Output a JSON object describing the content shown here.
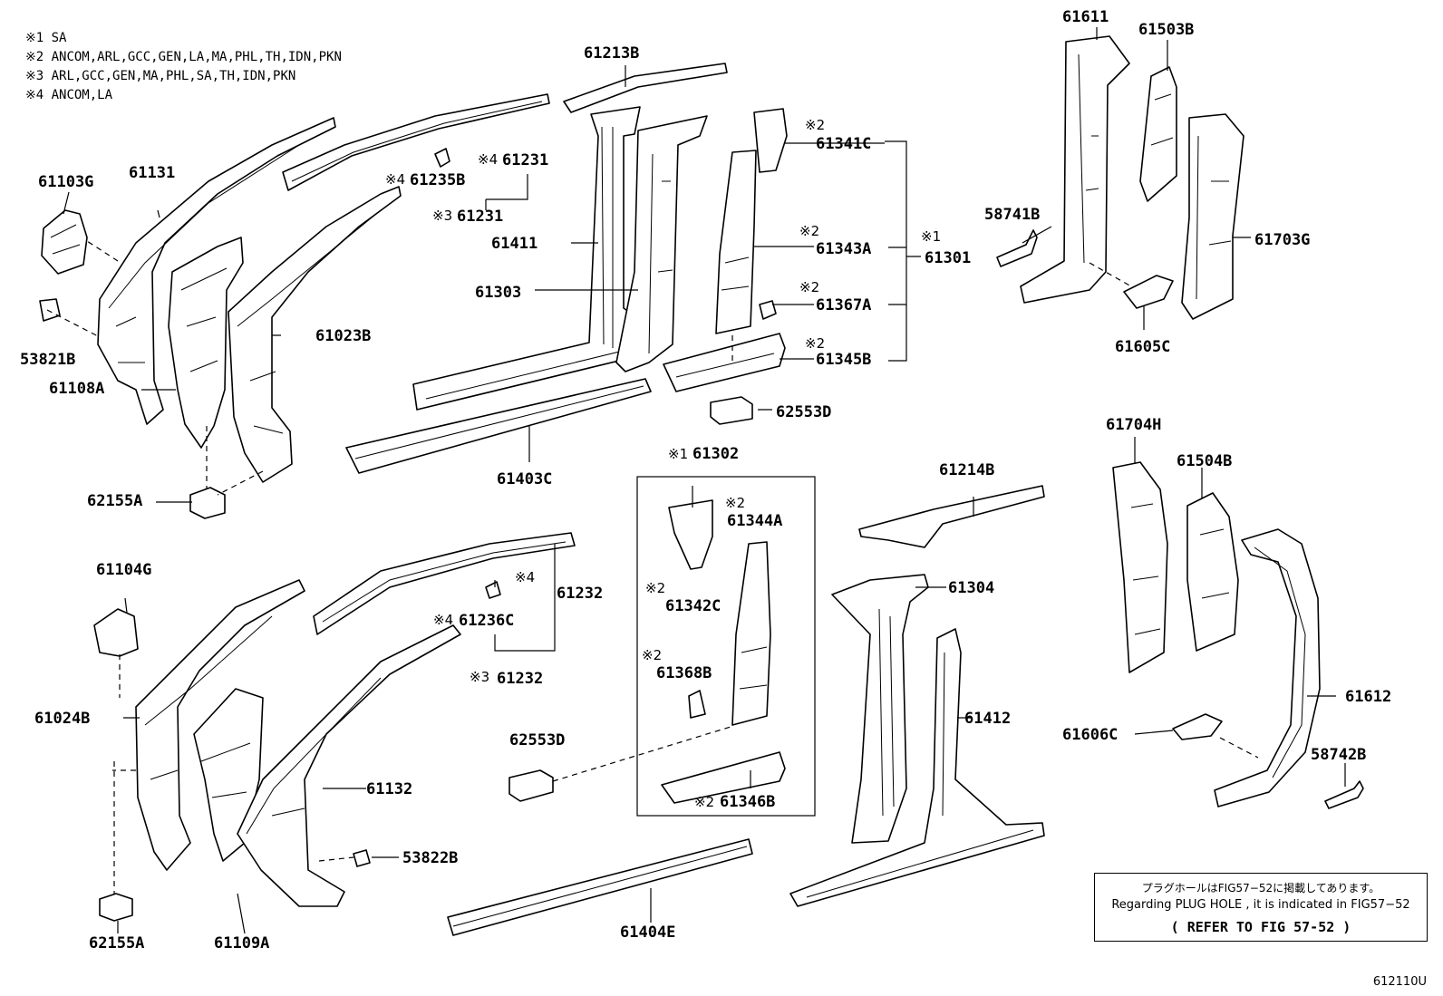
{
  "notes": [
    "※1 SA",
    "※2 ANCOM,ARL,GCC,GEN,LA,MA,PHL,TH,IDN,PKN",
    "※3 ARL,GCC,GEN,MA,PHL,SA,TH,IDN,PKN",
    "※4 ANCOM,LA"
  ],
  "parts": {
    "p61213B": "61213B",
    "p61611": "61611",
    "p61503B": "61503B",
    "p61103G": "61103G",
    "p61131": "61131",
    "p61341C": "61341C",
    "p61231a": "61231",
    "p61235B": "61235B",
    "p61231b": "61231",
    "p58741B": "58741B",
    "p61411": "61411",
    "p61343A": "61343A",
    "p61301": "61301",
    "p61703G": "61703G",
    "p61303": "61303",
    "p61367A": "61367A",
    "p53821B": "53821B",
    "p61023B": "61023B",
    "p61605C": "61605C",
    "p61345B": "61345B",
    "p61108A": "61108A",
    "p62553Da": "62553D",
    "p61704H": "61704H",
    "p61302": "61302",
    "p61504B": "61504B",
    "p61403C": "61403C",
    "p61214B": "61214B",
    "p62155Aa": "62155A",
    "p61344A": "61344A",
    "p61104G": "61104G",
    "p61232a": "61232",
    "p61304": "61304",
    "p61236C": "61236C",
    "p61342C": "61342C",
    "p61232b": "61232",
    "p61368B": "61368B",
    "p61612": "61612",
    "p61024B": "61024B",
    "p61412": "61412",
    "p61606C": "61606C",
    "p62553Db": "62553D",
    "p58742B": "58742B",
    "p61132": "61132",
    "p61346B": "61346B",
    "p53822B": "53822B",
    "p62155Ab": "62155A",
    "p61109A": "61109A",
    "p61404E": "61404E"
  },
  "marks": {
    "m1": "※1",
    "m2": "※2",
    "m3": "※3",
    "m4": "※4"
  },
  "plug_note": {
    "jp": "プラグホールはFIG57−52に掲載してあります。",
    "en": "Regarding PLUG HOLE , it is indicated in FIG57−52",
    "ref": "( REFER TO FIG 57-52 )"
  },
  "figure_id": "612110U"
}
